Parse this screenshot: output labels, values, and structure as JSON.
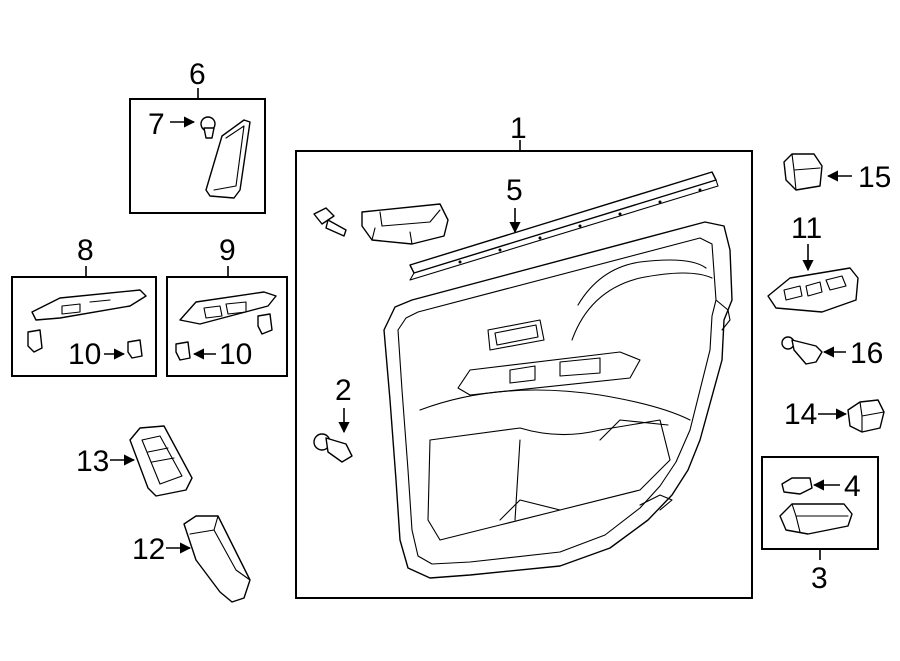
{
  "callouts": {
    "c1": "1",
    "c2": "2",
    "c3": "3",
    "c4": "4",
    "c5": "5",
    "c6": "6",
    "c7": "7",
    "c8": "8",
    "c9": "9",
    "c10a": "10",
    "c10b": "10",
    "c11": "11",
    "c12": "12",
    "c13": "13",
    "c14": "14",
    "c15": "15",
    "c16": "16"
  }
}
